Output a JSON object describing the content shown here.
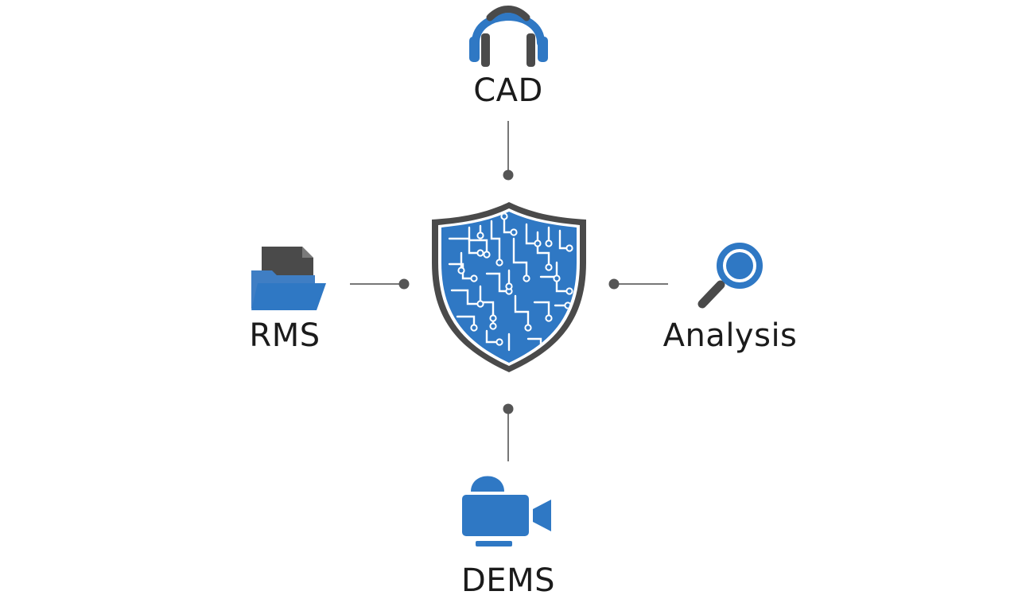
{
  "nodes": {
    "cad": {
      "label": "CAD",
      "icon": "headphones-icon"
    },
    "rms": {
      "label": "RMS",
      "icon": "folder-document-icon"
    },
    "analysis": {
      "label": "Analysis",
      "icon": "magnifier-icon"
    },
    "dems": {
      "label": "DEMS",
      "icon": "video-camera-icon"
    }
  },
  "center": {
    "icon": "circuit-shield-icon"
  },
  "colors": {
    "primary_blue": "#2f78c4",
    "dark_gray": "#4a4a4a",
    "connector_gray": "#666666",
    "text": "#1b1b1b",
    "background": "#ffffff"
  }
}
